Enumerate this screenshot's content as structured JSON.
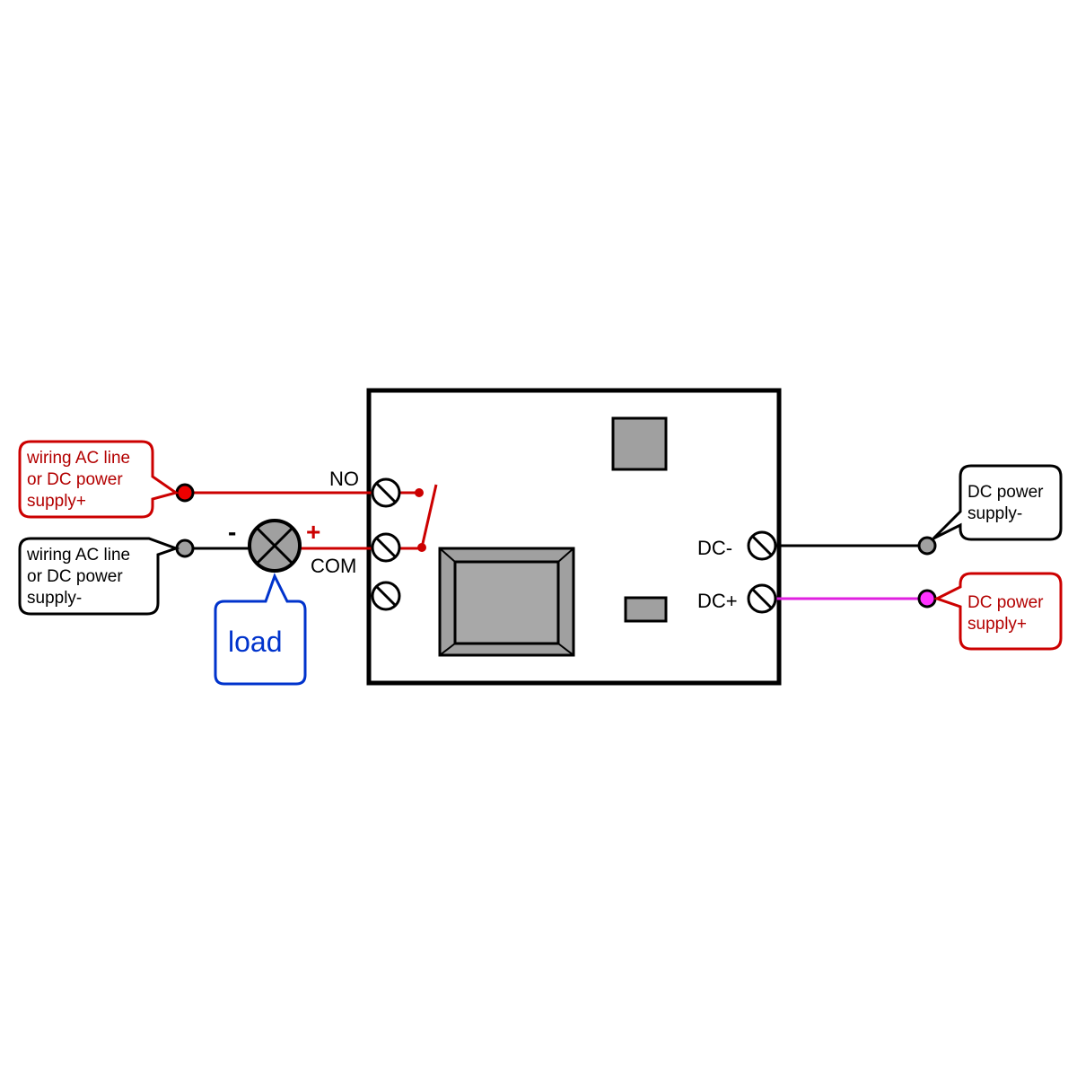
{
  "title": "Relay module wiring diagram",
  "colors": {
    "red": "#cc0000",
    "dark_red": "#b30000",
    "black": "#000000",
    "gray": "#a0a0a0",
    "blue": "#0033cc",
    "magenta": "#e020e0"
  },
  "terminals": {
    "no": "NO",
    "com": "COM",
    "dc_minus": "DC-",
    "dc_plus": "DC+"
  },
  "load": {
    "label": "load",
    "minus_sign": "-",
    "plus_sign": "+"
  },
  "callouts": {
    "ac_plus": [
      "wiring AC line",
      "or DC power",
      "supply+"
    ],
    "ac_minus": [
      "wiring AC line",
      "or DC power",
      "supply-"
    ],
    "dc_minus": [
      "DC power",
      "supply-"
    ],
    "dc_plus": [
      "DC power",
      "supply+"
    ]
  }
}
